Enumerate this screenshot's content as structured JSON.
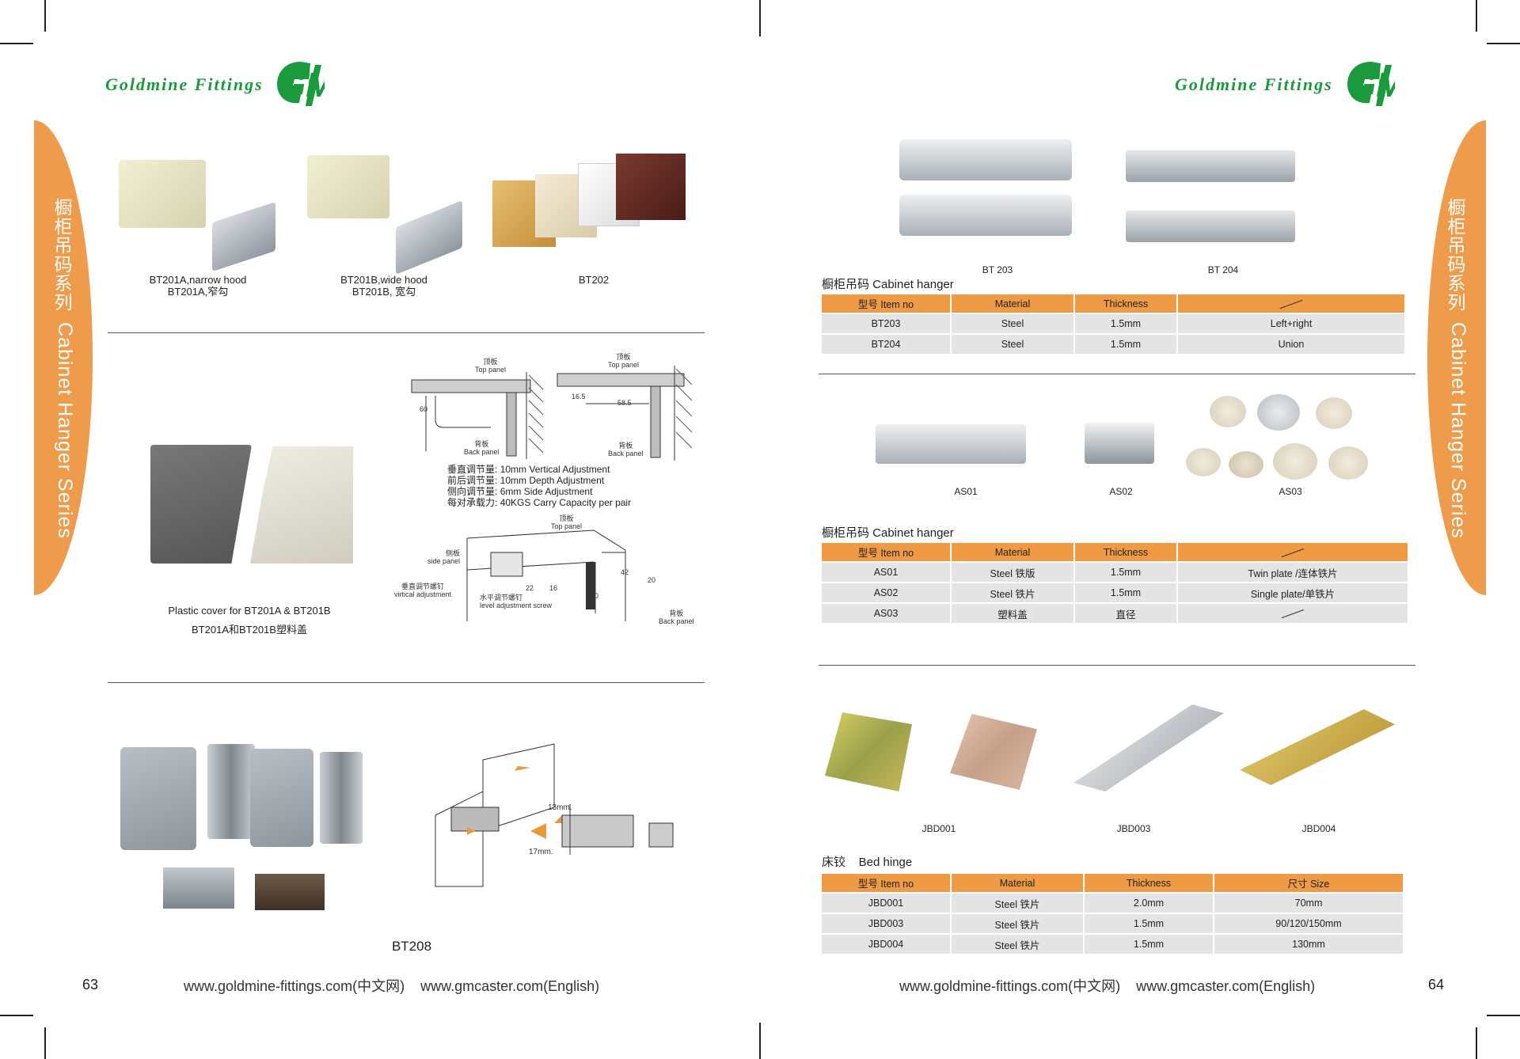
{
  "brand": {
    "name": "Goldmine  Fittings",
    "logo_text": "GM",
    "color": "#1a9a3c"
  },
  "accent": "#ee9b4c",
  "side_tab": {
    "zh": "橱柜吊码系列",
    "en": "Cabinet Hanger Series"
  },
  "left_page": {
    "products": [
      {
        "cap1": "BT201A,narrow hood",
        "cap2": "BT201A,窄勾"
      },
      {
        "cap1": "BT201B,wide hood",
        "cap2": "BT201B, 宽勾"
      },
      {
        "cap1": "BT202",
        "cap2": ""
      }
    ],
    "cover_caption": {
      "line1": "Plastic cover for BT201A & BT201B",
      "line2": "BT201A和BT201B塑料盖"
    },
    "diagram": {
      "top_panel_zh": "顶板",
      "top_panel_en": "Top panel",
      "back_panel_zh": "背板",
      "back_panel_en": "Back panel",
      "side_panel_zh": "侧板",
      "side_panel_en": "side panel",
      "vert_zh": "垂直调节螺钉",
      "vert_en": "virtical adjustment",
      "level_zh": "水平调节螺钉",
      "level_en": "level adjustment screw",
      "dims": [
        "60",
        "16.5",
        "58.5",
        "42",
        "20",
        "22",
        "16",
        "20"
      ]
    },
    "specs": [
      {
        "zh": "垂直调节量:",
        "en": "10mm Vertical Adjustment"
      },
      {
        "zh": "前后调节量:",
        "en": "10mm Depth Adjustment"
      },
      {
        "zh": "侧向调节量:",
        "en": "6mm Side Adjustment"
      },
      {
        "zh": "每对承载力:",
        "en": "40KGS Carry Capacity per pair"
      }
    ],
    "bt208": {
      "label": "BT208",
      "dim1": "13mm.",
      "dim2": "17mm."
    },
    "page_number": "63",
    "footer": "www.goldmine-fittings.com(中文网)    www.gmcaster.com(English)"
  },
  "right_page": {
    "top_products": [
      "BT 203",
      "BT 204"
    ],
    "table1": {
      "title": "橱柜吊码  Cabinet hanger",
      "headers": [
        "型号 Item no",
        "Material",
        "Thickness",
        ""
      ],
      "rows": [
        [
          "BT203",
          "Steel",
          "1.5mm",
          "Left+right"
        ],
        [
          "BT204",
          "Steel",
          "1.5mm",
          "Union"
        ]
      ]
    },
    "mid_products": [
      "AS01",
      "AS02",
      "AS03"
    ],
    "table2": {
      "title": "橱柜吊码  Cabinet hanger",
      "headers": [
        "型号 Item no",
        "Material",
        "Thickness",
        ""
      ],
      "rows": [
        [
          "AS01",
          "Steel 铁版",
          "1.5mm",
          "Twin plate /连体铁片"
        ],
        [
          "AS02",
          "Steel 铁片",
          "1.5mm",
          "Single plate/单铁片"
        ],
        [
          "AS03",
          "塑料盖",
          "直径",
          ""
        ]
      ]
    },
    "bottom_products": [
      "JBD001",
      "JBD003",
      "JBD004"
    ],
    "table3": {
      "title": "床铰    Bed hinge",
      "headers": [
        "型号 Item no",
        "Material",
        "Thickness",
        "尺寸 Size"
      ],
      "rows": [
        [
          "JBD001",
          "Steel 铁片",
          "2.0mm",
          "70mm"
        ],
        [
          "JBD003",
          "Steel 铁片",
          "1.5mm",
          "90/120/150mm"
        ],
        [
          "JBD004",
          "Steel 铁片",
          "1.5mm",
          "130mm"
        ]
      ]
    },
    "page_number": "64",
    "footer": "www.goldmine-fittings.com(中文网)    www.gmcaster.com(English)"
  }
}
